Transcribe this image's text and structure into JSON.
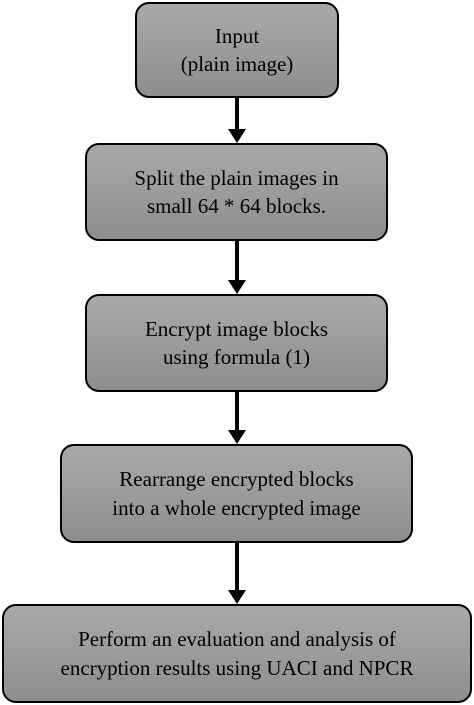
{
  "flowchart": {
    "steps": [
      {
        "lines": [
          "Input",
          "(plain image)"
        ]
      },
      {
        "lines": [
          "Split the plain images in",
          "small 64 * 64 blocks."
        ]
      },
      {
        "lines": [
          "Encrypt image blocks",
          "using formula (1)"
        ]
      },
      {
        "lines": [
          "Rearrange encrypted blocks",
          "into a whole encrypted image"
        ]
      },
      {
        "lines": [
          "Perform an evaluation and analysis of",
          "encryption results using UACI and NPCR"
        ]
      }
    ]
  },
  "colors": {
    "node_fill": "#999999",
    "node_border": "#000000",
    "arrow": "#000000",
    "background": "#ffffff"
  }
}
